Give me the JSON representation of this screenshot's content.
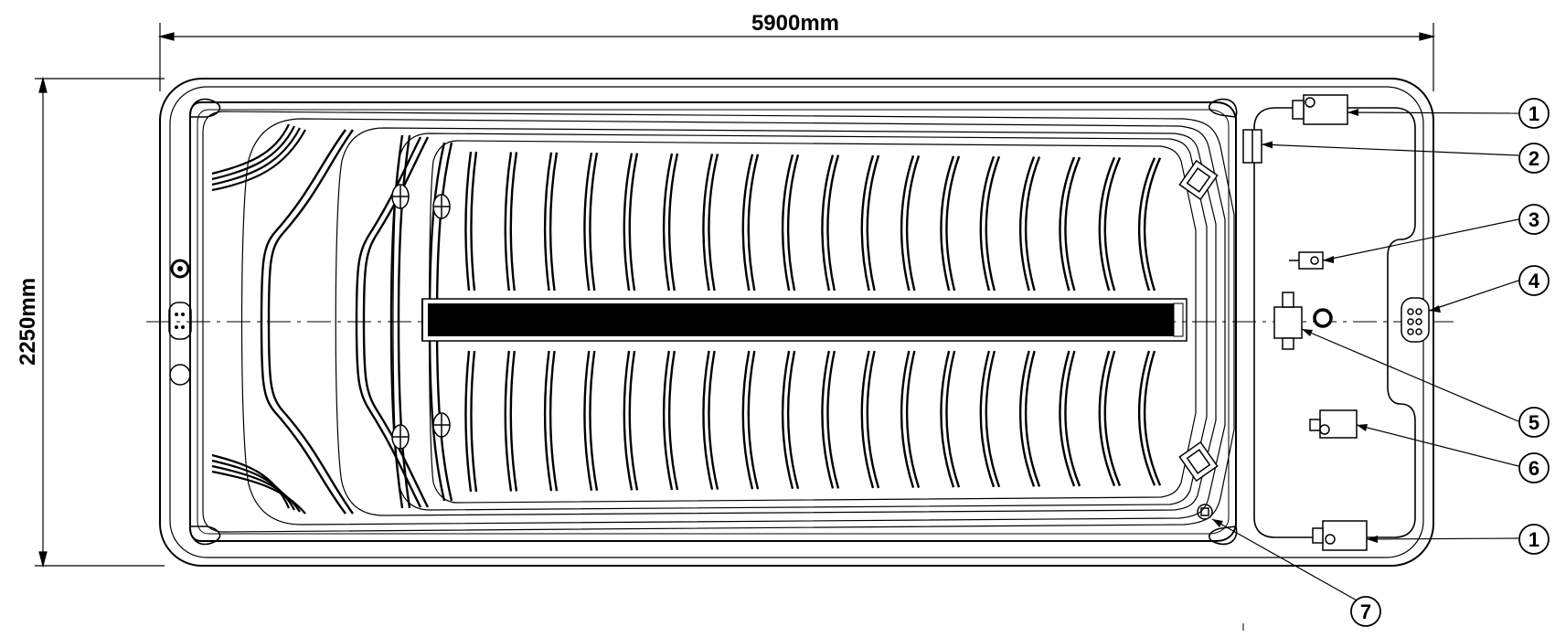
{
  "dimensions": {
    "width_label": "5900mm",
    "height_label": "2250mm"
  },
  "callouts": [
    {
      "label": "1"
    },
    {
      "label": "2"
    },
    {
      "label": "3"
    },
    {
      "label": "4"
    },
    {
      "label": "5"
    },
    {
      "label": "6"
    },
    {
      "label": "1"
    },
    {
      "label": "7"
    }
  ],
  "colors": {
    "line": "#000000",
    "background": "#ffffff"
  }
}
